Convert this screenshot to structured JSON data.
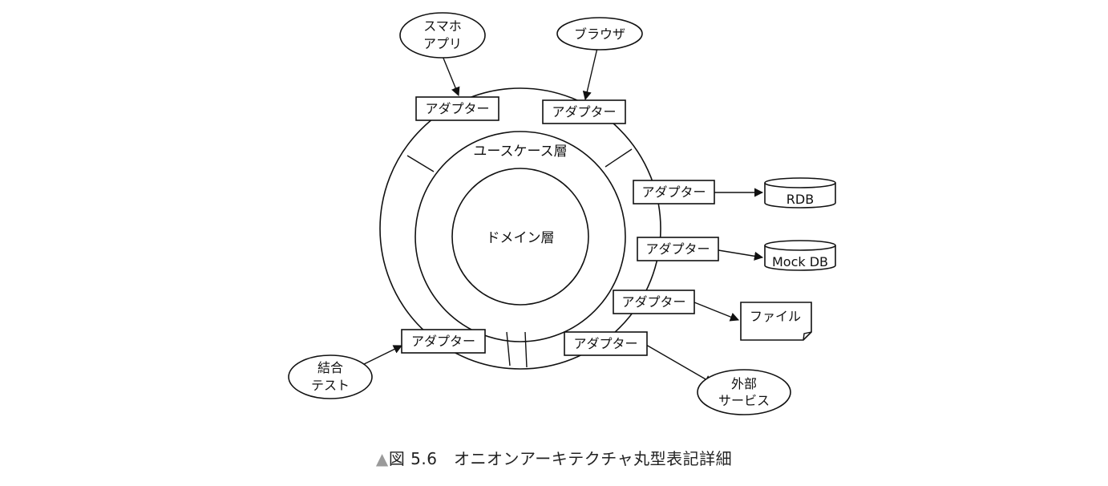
{
  "diagram": {
    "layers": {
      "outer_label": "ユースケース層",
      "inner_label": "ドメイン層"
    },
    "adapter_label": "アダプター",
    "clients": {
      "smartphone": [
        "スマホ",
        "アプリ"
      ],
      "browser": "ブラウザ",
      "integration_test": [
        "結合",
        "テスト"
      ],
      "external_service": [
        "外部",
        "サービス"
      ]
    },
    "stores": {
      "rdb": "RDB",
      "mock_db": "Mock DB",
      "file": "ファイル"
    }
  },
  "caption": {
    "marker": "▲",
    "text": "図 5.6　オニオンアーキテクチャ丸型表記詳細"
  }
}
